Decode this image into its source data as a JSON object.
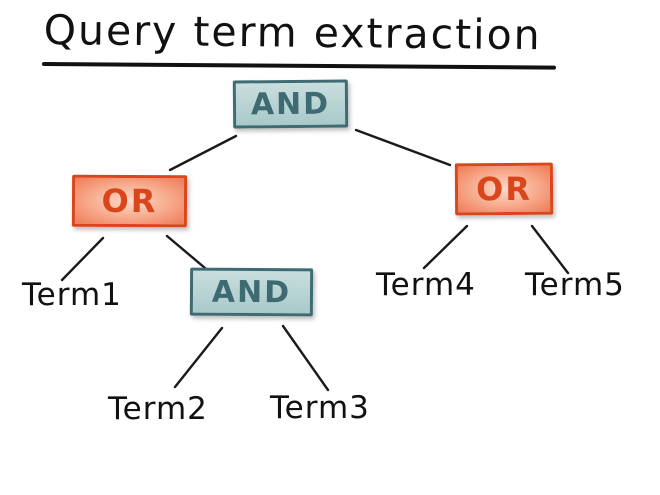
{
  "title": "Query term extraction",
  "colors": {
    "and_fill": "#b6d2d2",
    "and_border": "#3f6b72",
    "or_fill": "#f6a88a",
    "or_border": "#d9461b",
    "ink": "#111111"
  },
  "tree": {
    "root": {
      "label": "AND"
    },
    "left_or": {
      "label": "OR"
    },
    "right_or": {
      "label": "OR"
    },
    "inner_and": {
      "label": "AND"
    },
    "leaves": {
      "term1": "Term1",
      "term2": "Term2",
      "term3": "Term3",
      "term4": "Term4",
      "term5": "Term5"
    }
  }
}
